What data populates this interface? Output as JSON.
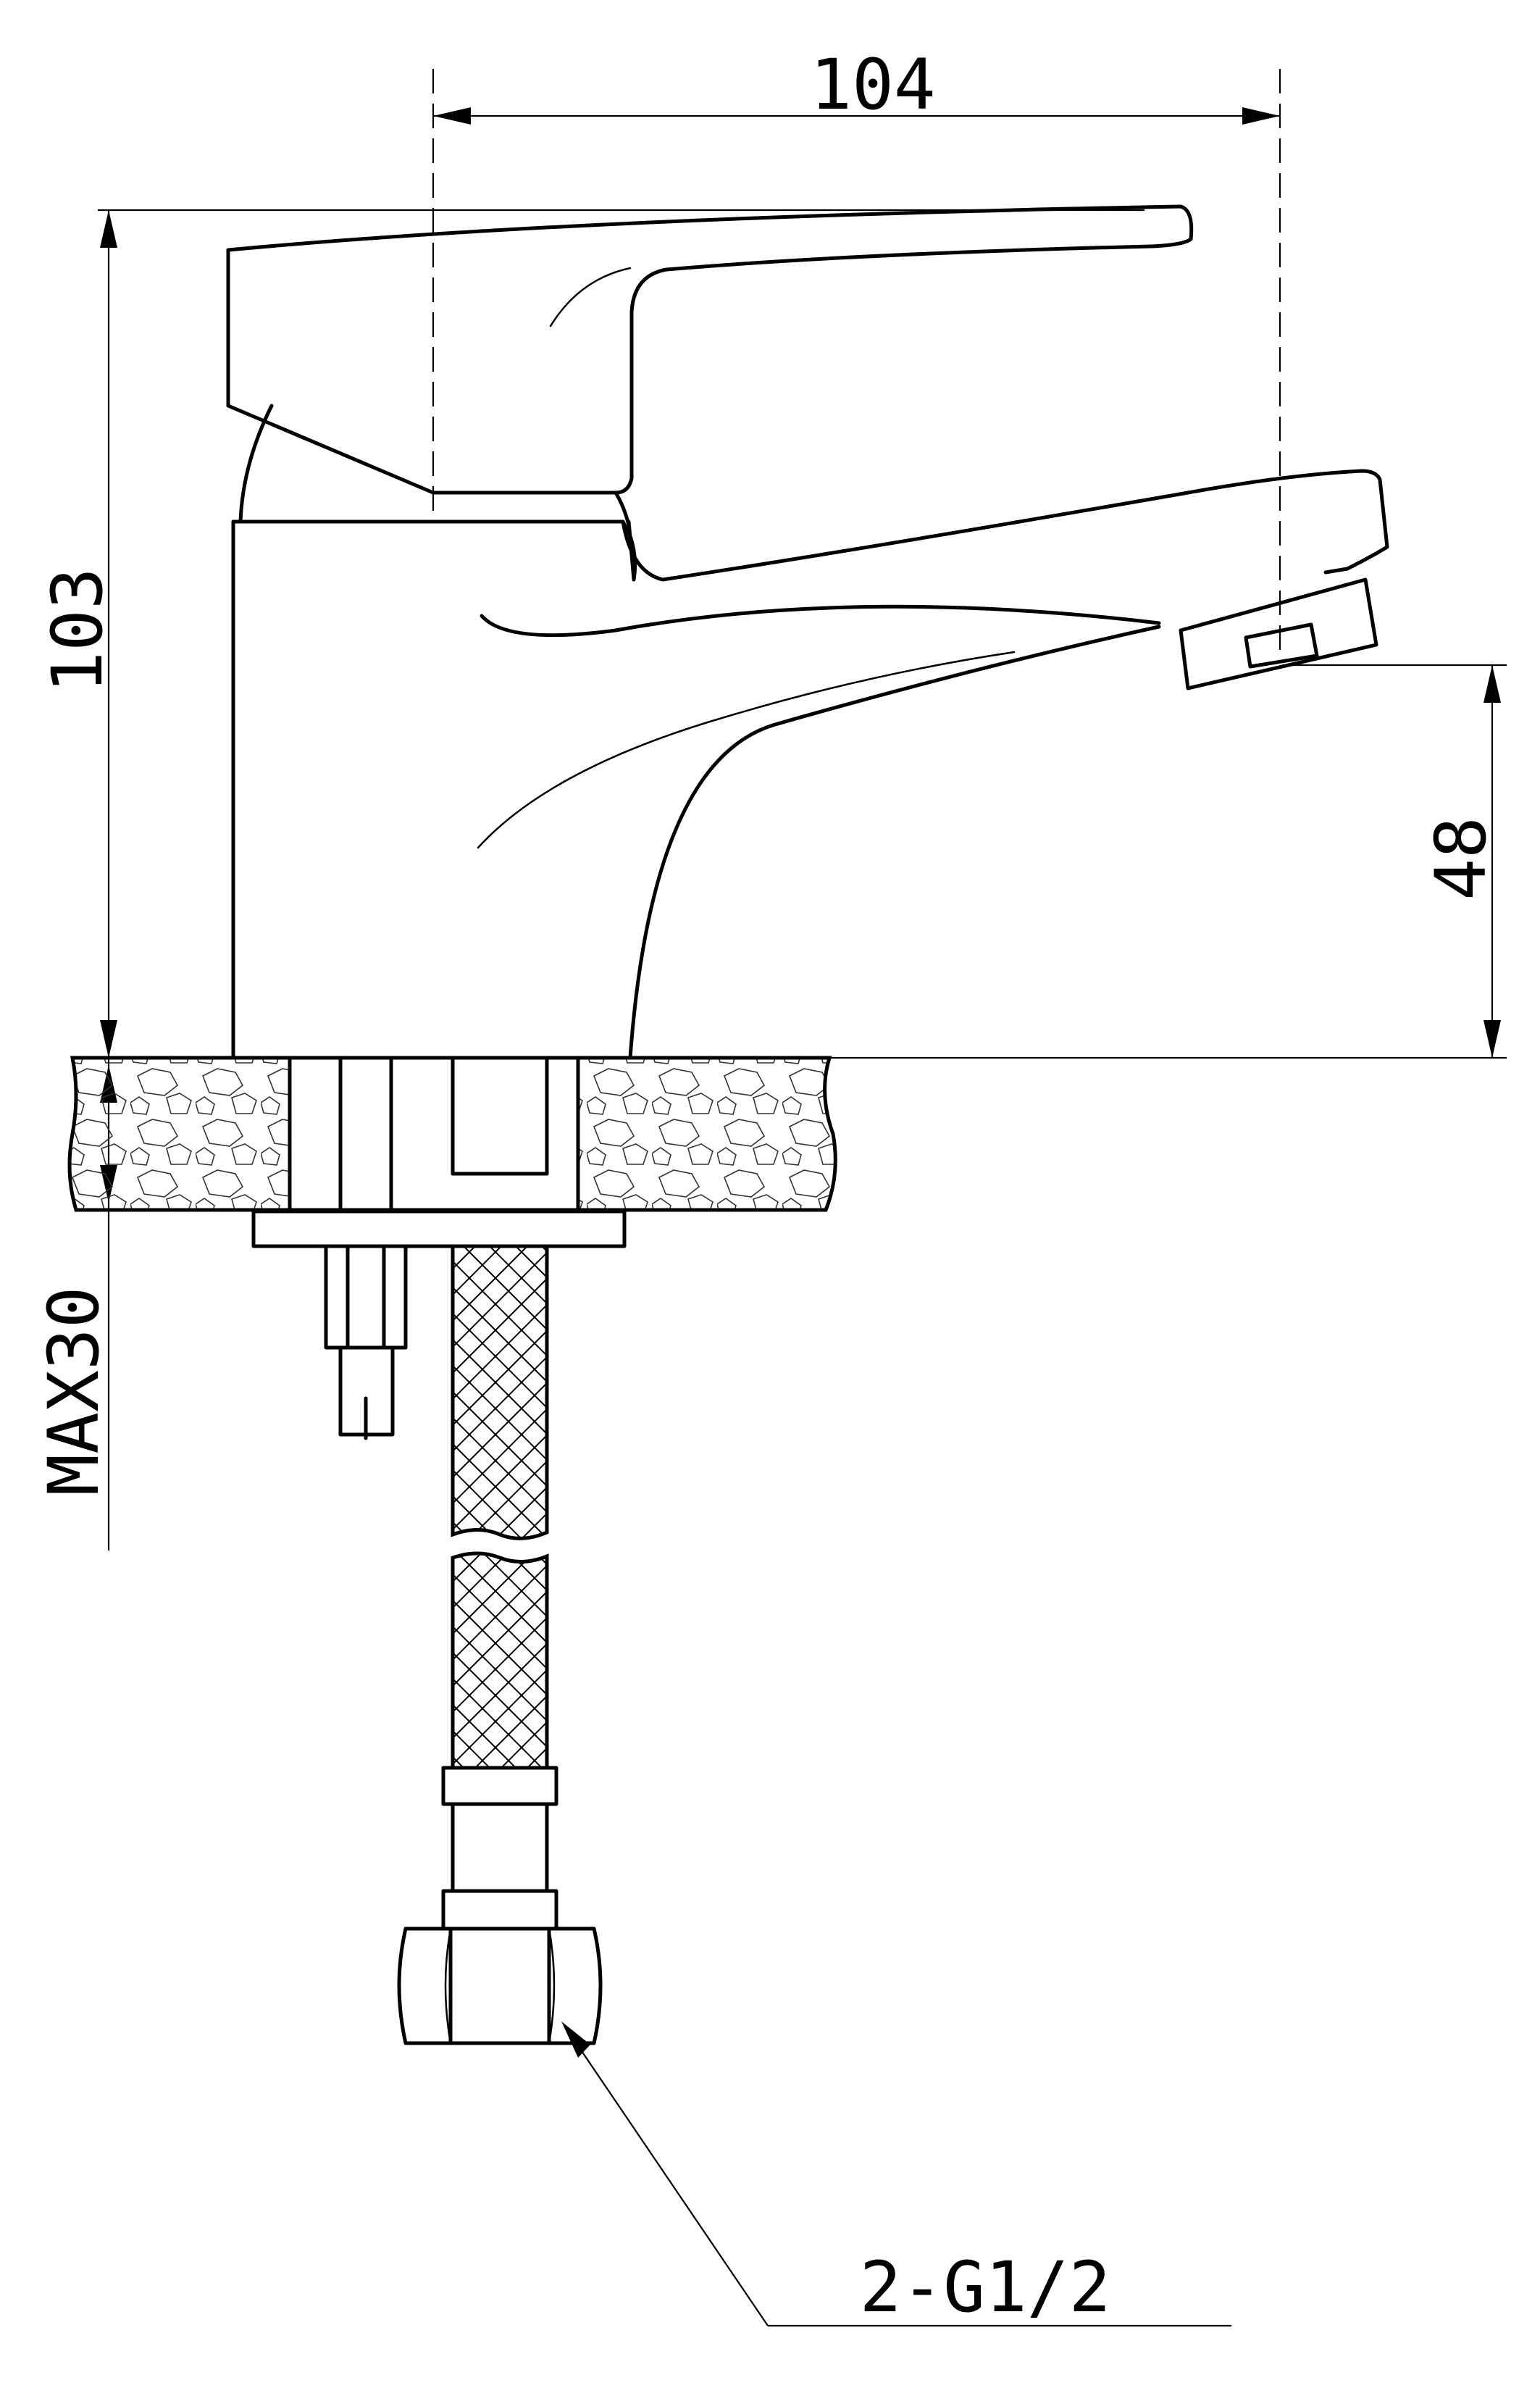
{
  "dimensions": {
    "width_top": "104",
    "height_total": "103",
    "spout_height": "48",
    "max_countertop": "MAX30",
    "connection": "2-G1/2"
  }
}
